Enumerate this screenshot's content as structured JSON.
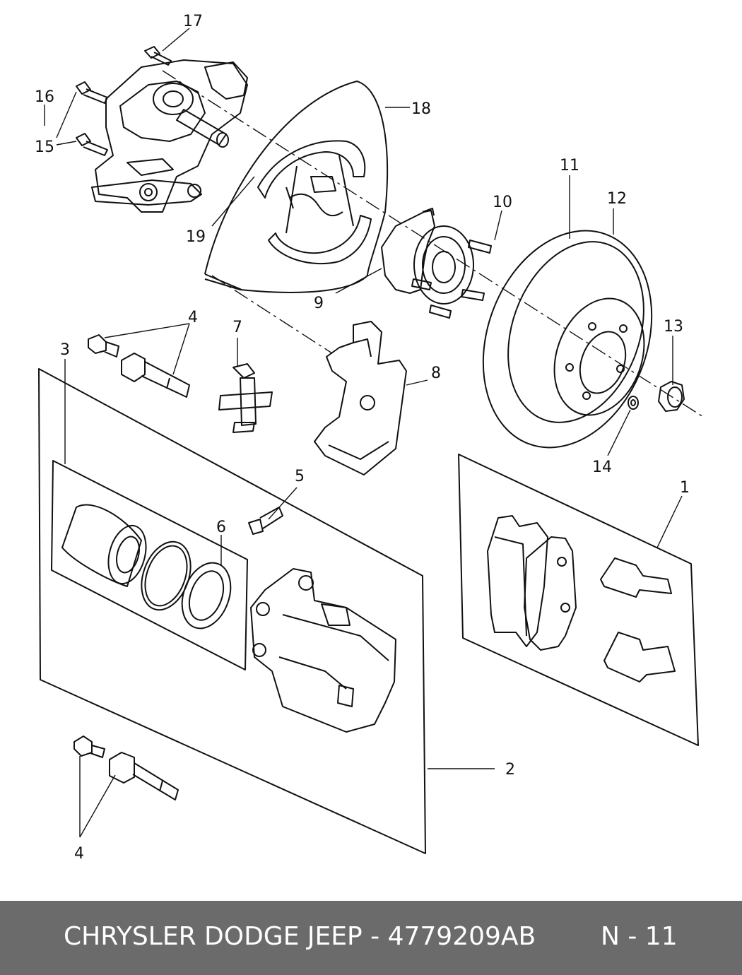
{
  "callouts": {
    "c1": "1",
    "c2": "2",
    "c3": "3",
    "c4a": "4",
    "c4b": "4",
    "c5": "5",
    "c6": "6",
    "c7": "7",
    "c8": "8",
    "c9": "9",
    "c10": "10",
    "c11": "11",
    "c12": "12",
    "c13": "13",
    "c14": "14",
    "c15": "15",
    "c16": "16",
    "c17": "17",
    "c18": "18",
    "c19": "19"
  },
  "footer": {
    "title": "CHRYSLER DODGE JEEP - 4779209AB",
    "code": "N - 11",
    "background": "#6b6b6b"
  }
}
